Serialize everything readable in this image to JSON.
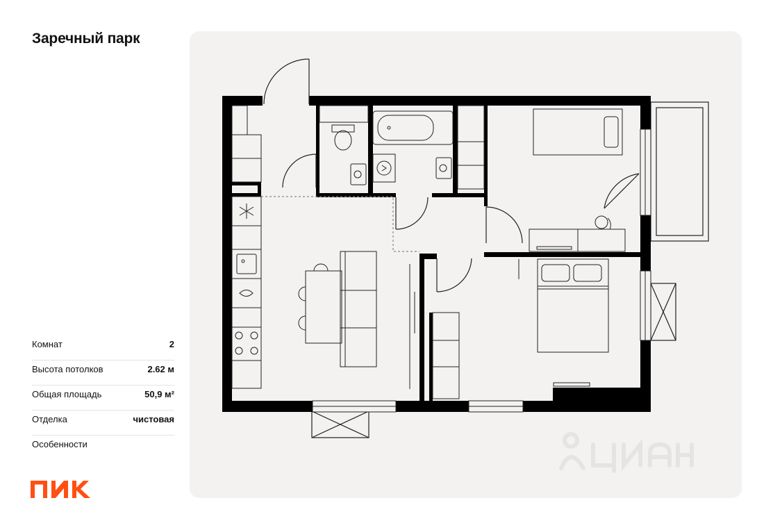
{
  "title": "Заречный парк",
  "specs": [
    {
      "label": "Комнат",
      "value": "2"
    },
    {
      "label": "Высота потолков",
      "value": "2.62 м"
    },
    {
      "label": "Общая площадь",
      "value": "50,9 м²"
    },
    {
      "label": "Отделка",
      "value": "чистовая"
    },
    {
      "label": "Особенности",
      "value": ""
    }
  ],
  "logo": {
    "text": "ПИК",
    "color": "#ff4f12"
  },
  "watermark": {
    "text": "циан",
    "icon": "cian-logo-icon",
    "color": "#d6d6d6"
  },
  "colors": {
    "panel_bg": "#f3f2f1",
    "wall": "#000000",
    "line": "#222222"
  }
}
